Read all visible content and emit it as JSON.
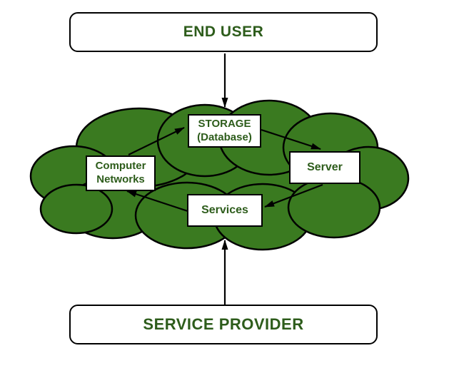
{
  "title": "Cloud computing architecture diagram",
  "colors": {
    "cloud": "#3a7a20",
    "text_green": "#2d5c1b",
    "outline": "#000000",
    "box_bg": "#ffffff"
  },
  "nodes": {
    "end_user": {
      "label": "END USER"
    },
    "service_provider": {
      "label": "SERVICE PROVIDER"
    },
    "storage": {
      "line1": "STORAGE",
      "line2": "(Database)"
    },
    "computer_networks": {
      "line1": "Computer",
      "line2": "Networks"
    },
    "server": {
      "label": "Server"
    },
    "services": {
      "label": "Services"
    }
  },
  "edges": [
    {
      "from": "END USER",
      "to": "Cloud",
      "direction": "down"
    },
    {
      "from": "SERVICE PROVIDER",
      "to": "Cloud",
      "direction": "up"
    },
    {
      "from": "Computer Networks",
      "to": "STORAGE (Database)"
    },
    {
      "from": "STORAGE (Database)",
      "to": "Server"
    },
    {
      "from": "Server",
      "to": "Services"
    },
    {
      "from": "Services",
      "to": "Computer Networks"
    }
  ]
}
